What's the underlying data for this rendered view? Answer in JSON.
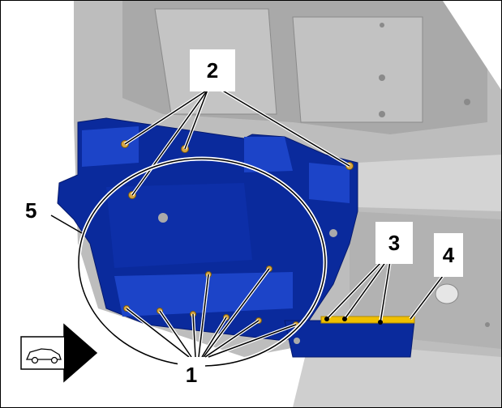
{
  "callouts": {
    "c1": "1",
    "c2": "2",
    "c3": "3",
    "c4": "4",
    "c5": "5"
  },
  "colors": {
    "part_blue": "#0a2a9c",
    "part_blue_dark": "#061a6e",
    "part_blue_light": "#1c44c8",
    "body_gray": "#b4b4b4",
    "body_gray_light": "#d2d2d2",
    "stud_gold": "#d8a640",
    "tape_yellow": "#f0c000"
  },
  "icons": {
    "direction": "vehicle-direction-arrow-icon"
  }
}
